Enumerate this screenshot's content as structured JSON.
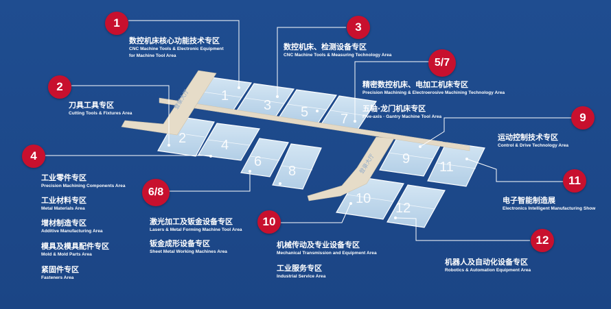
{
  "badges": [
    "1",
    "2",
    "3",
    "4",
    "5/7",
    "6/8",
    "9",
    "10",
    "11",
    "12"
  ],
  "halls": [
    "1",
    "2",
    "3",
    "4",
    "5",
    "6",
    "7",
    "8",
    "9",
    "10",
    "11",
    "12"
  ],
  "corridors": [
    "登录大厅",
    "登录大厅"
  ],
  "labels": {
    "zone1": {
      "cn": "数控机床核心功能技术专区",
      "en1": "CNC Machine Tools & Electronic Equipment",
      "en2": "for Machine Tool Area"
    },
    "zone2": {
      "cn": "刀具工具专区",
      "en": "Cutting Tools & Fixtures Area"
    },
    "zone3": {
      "cn": "数控机床、检测设备专区",
      "en": "CNC Machine Tools & Measuring Technology Area"
    },
    "zone4": [
      {
        "cn": "工业零件专区",
        "en": "Precision Machining Components Area"
      },
      {
        "cn": "工业材料专区",
        "en": "Metal Materials Area"
      },
      {
        "cn": "增材制造专区",
        "en": "Additive Manufacturing Area"
      },
      {
        "cn": "模具及模具配件专区",
        "en": "Mold & Mold Parts Area"
      },
      {
        "cn": "紧固件专区",
        "en": "Fasteners Area"
      }
    ],
    "zone57": [
      {
        "cn": "精密数控机床、电加工机床专区",
        "en": "Precision Machining & Electroerosive Machining Technology Area"
      },
      {
        "cn": "五轴·龙门机床专区",
        "en": "Five-axis · Gantry Machine Tool  Area"
      }
    ],
    "zone68": [
      {
        "cn": "激光加工及钣金设备专区",
        "en": "Lasers & Metal Forming Machine Tool Area"
      },
      {
        "cn": "钣金成形设备专区",
        "en": "Sheet Metal Working Machines Area"
      }
    ],
    "zone9": {
      "cn": "运动控制技术专区",
      "en": "Control & Drive Technology Area"
    },
    "zone10": [
      {
        "cn": "机械传动及专业设备专区",
        "en": "Mechanical Transmission and Equipment Area"
      },
      {
        "cn": "工业服务专区",
        "en": "Industrial Service Area"
      }
    ],
    "zone11": {
      "cn": "电子智能制造展",
      "en": "Electronics Intelligent Manufacturing Show"
    },
    "zone12": {
      "cn": "机器人及自动化设备专区",
      "en": "Robotics & Automation Equipment Area"
    }
  }
}
